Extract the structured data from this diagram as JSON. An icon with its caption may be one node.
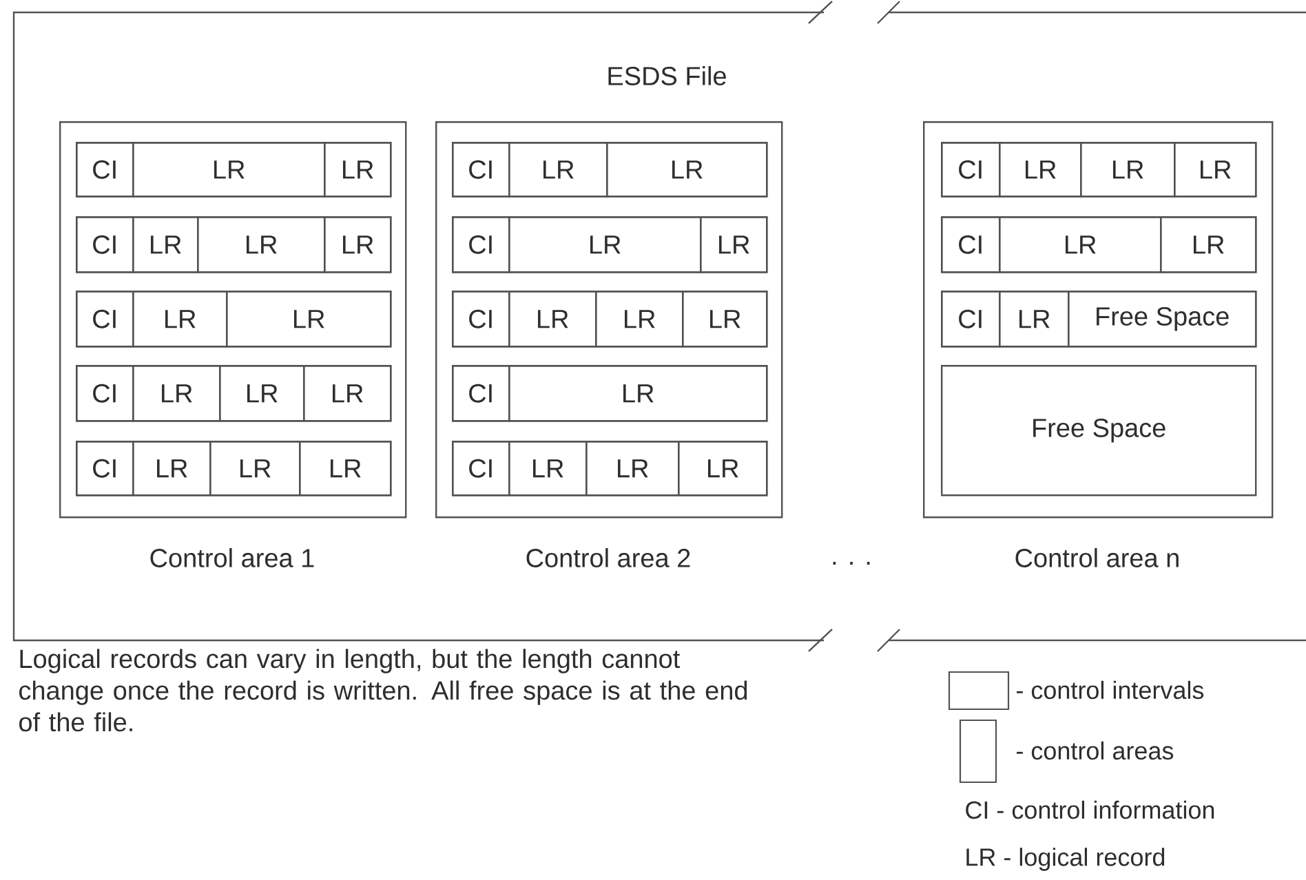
{
  "diagram": {
    "nodes": [
      {
        "text": [
          "ESDS File"
        ]
      },
      {
        "text": [
          "Control area 1"
        ],
        "in": 0
      },
      {
        "text": [],
        "shape": "box",
        "in": 1
      },
      {
        "text": [
          "CI"
        ],
        "in": 2
      },
      {
        "text": [
          "LR"
        ],
        "in": 2
      },
      {
        "text": [
          "LR"
        ],
        "in": 2
      },
      {
        "text": [],
        "shape": "box",
        "in": 1
      },
      {
        "text": [
          "CI"
        ],
        "in": 6
      },
      {
        "text": [
          "LR"
        ],
        "in": 6
      },
      {
        "text": [
          "LR"
        ],
        "in": 6
      },
      {
        "text": [
          "LR"
        ],
        "in": 6
      },
      {
        "text": [],
        "shape": "box",
        "in": 1
      },
      {
        "text": [
          "CI"
        ],
        "in": 11
      },
      {
        "text": [
          "LR"
        ],
        "in": 11
      },
      {
        "text": [
          "LR"
        ],
        "in": 11
      },
      {
        "text": [],
        "shape": "box",
        "in": 1
      },
      {
        "text": [
          "CI"
        ],
        "in": 15
      },
      {
        "text": [
          "LR"
        ],
        "in": 15
      },
      {
        "text": [
          "LR"
        ],
        "in": 15
      },
      {
        "text": [
          "LR"
        ],
        "in": 15
      },
      {
        "text": [],
        "shape": "box",
        "in": 1
      },
      {
        "text": [
          "CI"
        ],
        "in": 20
      },
      {
        "text": [
          "LR"
        ],
        "in": 20
      },
      {
        "text": [
          "LR"
        ],
        "in": 20
      },
      {
        "text": [
          "LR"
        ],
        "in": 20
      },
      {
        "text": [
          "Control area 2"
        ],
        "in": 0
      },
      {
        "text": [],
        "shape": "box",
        "in": 25
      },
      {
        "text": [
          "CI"
        ],
        "in": 26
      },
      {
        "text": [
          "LR"
        ],
        "in": 26
      },
      {
        "text": [
          "LR"
        ],
        "in": 26
      },
      {
        "text": [],
        "shape": "box",
        "in": 25
      },
      {
        "text": [
          "CI"
        ],
        "in": 30
      },
      {
        "text": [
          "LR"
        ],
        "in": 30
      },
      {
        "text": [
          "LR"
        ],
        "in": 30
      },
      {
        "text": [],
        "shape": "box",
        "in": 25
      },
      {
        "text": [
          "CI"
        ],
        "in": 34
      },
      {
        "text": [
          "LR"
        ],
        "in": 34
      },
      {
        "text": [
          "LR"
        ],
        "in": 34
      },
      {
        "text": [
          "LR"
        ],
        "in": 34
      },
      {
        "text": [],
        "shape": "box",
        "in": 25
      },
      {
        "text": [
          "CI"
        ],
        "in": 39
      },
      {
        "text": [
          "LR"
        ],
        "in": 39
      },
      {
        "text": [],
        "shape": "box",
        "in": 25
      },
      {
        "text": [
          "CI"
        ],
        "in": 42
      },
      {
        "text": [
          "LR"
        ],
        "in": 42
      },
      {
        "text": [
          "LR"
        ],
        "in": 42
      },
      {
        "text": [
          "LR"
        ],
        "in": 42
      },
      {
        "text": [
          "Control area n"
        ],
        "in": 0
      },
      {
        "text": [],
        "shape": "box",
        "in": 47
      },
      {
        "text": [
          "CI"
        ],
        "in": 48
      },
      {
        "text": [
          "LR"
        ],
        "in": 48
      },
      {
        "text": [
          "LR"
        ],
        "in": 48
      },
      {
        "text": [
          "LR"
        ],
        "in": 48
      },
      {
        "text": [],
        "shape": "box",
        "in": 47
      },
      {
        "text": [
          "CI"
        ],
        "in": 53
      },
      {
        "text": [
          "LR"
        ],
        "in": 53
      },
      {
        "text": [
          "LR"
        ],
        "in": 53
      },
      {
        "text": [],
        "shape": "box",
        "in": 47
      },
      {
        "text": [
          "CI"
        ],
        "in": 57
      },
      {
        "text": [
          "LR"
        ],
        "in": 57
      },
      {
        "text": [
          "Free Space"
        ],
        "in": 57
      },
      {
        "text": [
          "Free Space"
        ],
        "in": 47
      }
    ],
    "edges": [],
    "labels": [
      ". . .",
      "Logical records can vary in length, but the length cannot change once the record is written. All free space is at the end of the file."
    ],
    "legend": [
      {
        "text": "- control intervals"
      },
      {
        "text": "- control areas"
      },
      {
        "text": "CI - control information"
      },
      {
        "text": "LR - logical record"
      }
    ]
  }
}
